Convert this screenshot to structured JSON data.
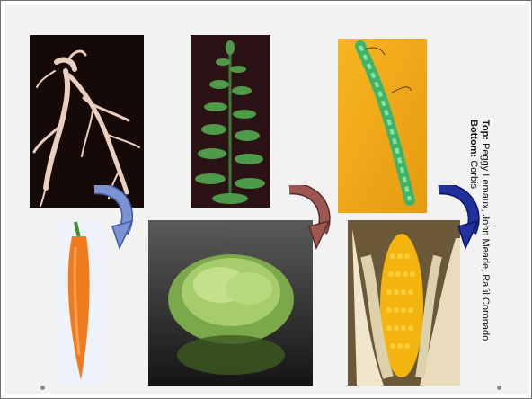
{
  "slide": {
    "credit_top_label": "Top:",
    "credit_top_text": "Peggy Lemaux, John Meade, Raúl Coronado",
    "credit_bottom_label": "Bottom:",
    "credit_bottom_text": "Corbis"
  },
  "colors": {
    "arrow_left": "#6f86c8",
    "arrow_middle": "#8e4a46",
    "arrow_right": "#1f3090"
  },
  "icons": [
    "wild-carrot-root-photo",
    "wild-lettuce-plant-photo",
    "teosinte-ear-photo",
    "carrot-photo",
    "lettuce-photo",
    "corn-ear-photo",
    "curved-arrow-icon"
  ]
}
